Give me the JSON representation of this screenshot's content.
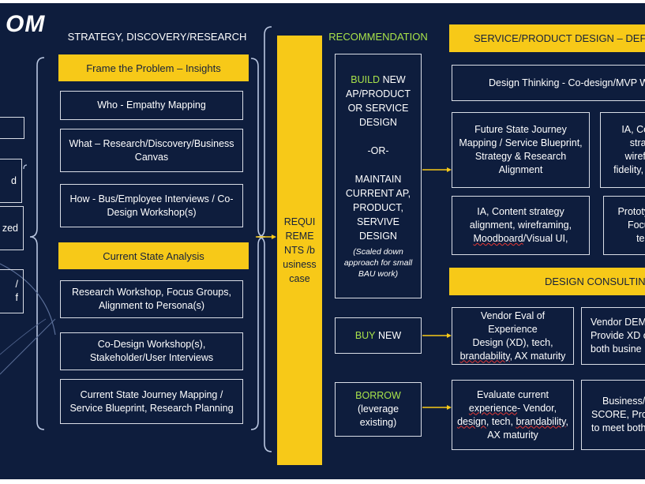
{
  "logo": "OM",
  "left_partial": [
    "d",
    "zed",
    "/",
    "f"
  ],
  "discovery": {
    "title": "STRATEGY, DISCOVERY/RESEARCH",
    "frame_problem": "Frame the Problem – Insights",
    "who": "Who - Empathy Mapping",
    "what": "What – Research/Discovery/Business Canvas",
    "how": "How - Bus/Employee Interviews / Co-Design Workshop(s)",
    "current_state": "Current State Analysis",
    "research_workshop": "Research Workshop, Focus Groups, Alignment to Persona(s)",
    "codesign": "Co-Design Workshop(s), Stakeholder/User Interviews",
    "journey": "Current State Journey Mapping / Service Blueprint, Research Planning"
  },
  "requirements": "REQUIREMENTS /business case",
  "recommendation": {
    "title": "RECOMMENDATION",
    "build_word": "BUILD",
    "build_rest": "NEW AP/PRODUCT OR SERVICE DESIGN",
    "or": "-OR-",
    "maintain": "MAINTAIN CURRENT AP, PRODUCT, SERVIVE DESIGN",
    "scaled": "(Scaled down approach for small BAU work)",
    "buy_word": "BUY",
    "buy_rest": "NEW",
    "borrow_word": "BORROW",
    "borrow_rest": "(leverage existing)"
  },
  "service_design": {
    "title": "SERVICE/PRODUCT DESIGN – DEFINE, CR",
    "design_thinking": "Design Thinking - Co-design/MVP Wo",
    "future_state": "Future State Journey Mapping / Service Blueprint, Strategy & Research Alignment",
    "ia_partial": [
      "IA, Con",
      "strate",
      "wirefra",
      "fidelity, M"
    ],
    "ia_content_l1": "IA, Content strategy",
    "ia_content_l2": "alignment, wireframing,",
    "ia_content_l3a": "Moodboard",
    "ia_content_l3b": "/Visual UI,",
    "proto_partial": [
      "Prototyp",
      "Focus",
      "testi"
    ]
  },
  "consulting": {
    "title": "DESIGN CONSULTING",
    "vendor_eval_l1": "Vendor Eval of Experience",
    "vendor_eval_l2": "Design (XD), tech,",
    "vendor_eval_l3a": "brandability",
    "vendor_eval_l3b": ", AX maturity",
    "vendor_demo_partial": [
      "Vendor DEMO",
      "Provide XD or",
      "both busine"
    ],
    "evaluate_l1": "Evaluate current",
    "evaluate_l2a": "experience",
    "evaluate_l2b": "- Vendor,",
    "evaluate_l3a": "design",
    "evaluate_l3b": ", tech, ",
    "evaluate_l3c": "brandability",
    "evaluate_l3d": ",",
    "evaluate_l4": "AX maturity",
    "business_partial": [
      "Business/",
      "SCORE, Provi",
      "to meet both"
    ]
  }
}
